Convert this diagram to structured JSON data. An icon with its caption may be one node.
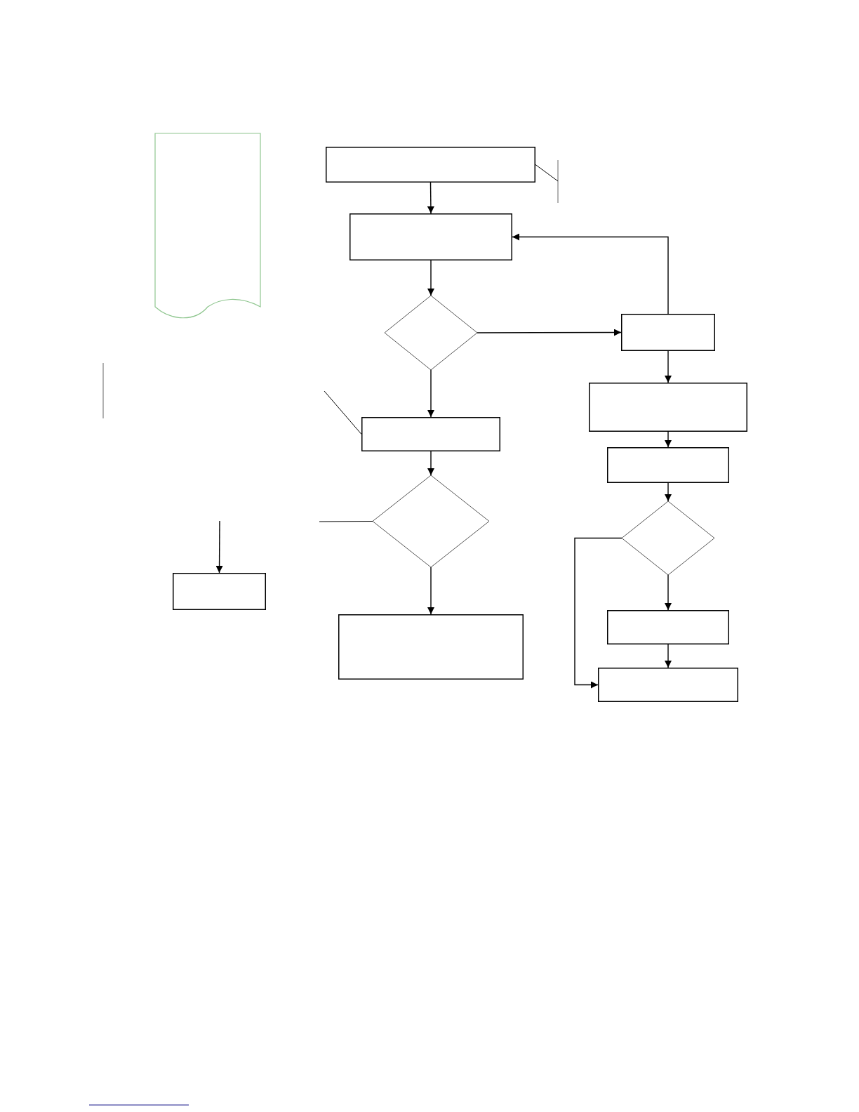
{
  "diagram": {
    "nodes": [
      {
        "text": [],
        "shape": "document"
      },
      {
        "text": [],
        "shape": "box"
      },
      {
        "text": [],
        "shape": "box"
      },
      {
        "text": [],
        "shape": "diamond"
      },
      {
        "text": [],
        "shape": "box"
      },
      {
        "text": [],
        "shape": "box"
      },
      {
        "text": [],
        "shape": "box"
      },
      {
        "text": [],
        "shape": "diamond"
      },
      {
        "text": [],
        "shape": "box"
      },
      {
        "text": [],
        "shape": "box"
      },
      {
        "text": [],
        "shape": "box"
      },
      {
        "text": [],
        "shape": "diamond"
      },
      {
        "text": [],
        "shape": "box"
      },
      {
        "text": [],
        "shape": "box"
      }
    ],
    "edges": [
      {
        "from": 1,
        "to": 2,
        "arrow": "to"
      },
      {
        "from": 2,
        "to": 3,
        "arrow": "to"
      },
      {
        "from": 3,
        "to": 4,
        "arrow": "to"
      },
      {
        "from": 4,
        "to": 2,
        "arrow": "to"
      },
      {
        "from": 3,
        "to": 10,
        "arrow": "to"
      },
      {
        "from": 10,
        "to": 11,
        "arrow": "to"
      },
      {
        "from": 11,
        "to": 12,
        "arrow": "to"
      },
      {
        "from": 11,
        "to": null,
        "arrow": "none"
      },
      {
        "from": null,
        "to": 13,
        "arrow": "to"
      },
      {
        "from": 4,
        "to": 5,
        "arrow": "to"
      },
      {
        "from": 5,
        "to": 6,
        "arrow": "to"
      },
      {
        "from": 6,
        "to": 7,
        "arrow": "to"
      },
      {
        "from": 7,
        "to": 8,
        "arrow": "to"
      },
      {
        "from": 7,
        "to": 9,
        "arrow": "to"
      },
      {
        "from": 8,
        "to": 9,
        "arrow": "to"
      },
      {
        "from": 1,
        "to": null,
        "arrow": "none"
      },
      {
        "from": 10,
        "to": null,
        "arrow": "none"
      }
    ]
  }
}
